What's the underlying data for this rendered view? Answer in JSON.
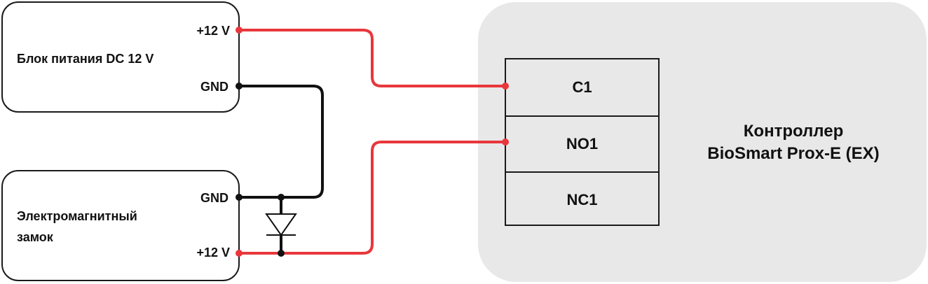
{
  "power_supply": {
    "title": "Блок питания DC 12 V",
    "pin_pos": "+12 V",
    "pin_gnd": "GND"
  },
  "lock": {
    "title_line1": "Электромагнитный",
    "title_line2": "замок",
    "pin_gnd": "GND",
    "pin_pos": "+12 V"
  },
  "controller": {
    "title_line1": "Контроллер",
    "title_line2": "BioSmart Prox-E (EX)",
    "terminals": [
      "C1",
      "NO1",
      "NC1"
    ]
  },
  "colors": {
    "positive_wire": "#e8373c",
    "ground_wire": "#111111",
    "controller_bg": "#e8e8e8"
  },
  "icons": {
    "diode": "diode-symbol-icon"
  }
}
